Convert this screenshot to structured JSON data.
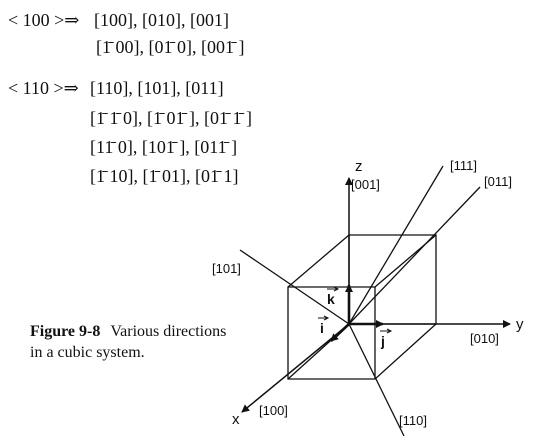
{
  "equations": {
    "family_100": {
      "lead": "< 100 >⇒",
      "row1": "[100], [010], [001]",
      "row2": "[1̄ 00], [01̄ 0], [001̄ ]"
    },
    "family_110": {
      "lead": "< 110 >⇒",
      "row1": "[110], [101], [011]",
      "row2": "[1̄ 1̄ 0], [1̄ 01̄ ], [01̄ 1̄ ]",
      "row3": "[11̄ 0], [101̄ ], [011̄ ]",
      "row4": "[1̄ 10], [1̄ 01], [01̄ 1]"
    }
  },
  "figure": {
    "labels": {
      "z_axis": "z",
      "y_axis": "y",
      "x_axis": "x",
      "dir_001": "[001]",
      "dir_010": "[010]",
      "dir_100": "[100]",
      "dir_110": "[110]",
      "dir_111": "[111]",
      "dir_011": "[011]",
      "dir_101": "[101]",
      "unit_k": "k",
      "unit_i": "i",
      "unit_j": "j"
    }
  },
  "caption": {
    "title": "Figure 9-8",
    "line1": "Various directions",
    "line2": "in a cubic system."
  }
}
